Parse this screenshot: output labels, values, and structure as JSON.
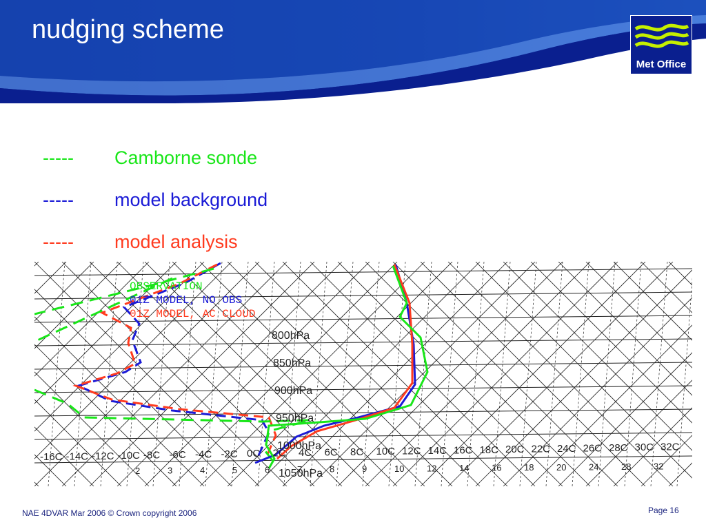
{
  "header": {
    "title": "nudging scheme",
    "logo_text": "Met Office",
    "colors": {
      "dark_blue": "#0a1f8f",
      "mid_blue": "#1f5fc9",
      "light_blue": "#6fb0ff"
    }
  },
  "legend": [
    {
      "dash": "-----",
      "label": "Camborne sonde",
      "color": "#19e619"
    },
    {
      "dash": "-----",
      "label": "model background",
      "color": "#1a1ad6"
    },
    {
      "dash": "-----",
      "label": "model analysis",
      "color": "#ff3b1f"
    }
  ],
  "diagram": {
    "inner_legend": [
      {
        "text": "OBSERVATION",
        "color": "#19e619"
      },
      {
        "text": "01Z MODEL, NO OBS",
        "color": "#1a1ad6"
      },
      {
        "text": "01Z MODEL, AC CLOUD",
        "color": "#ff3b1f"
      }
    ],
    "pressure_labels": [
      "800hPa",
      "850hPa",
      "900hPa",
      "950hPa",
      "1000hPa",
      "1050hPa"
    ],
    "temperature_labels": [
      "-16C",
      "-14C",
      "-12C",
      "-10C",
      "-8C",
      "-6C",
      "-4C",
      "-2C",
      "0C",
      "2C",
      "4C",
      "6C",
      "8C",
      "10C",
      "12C",
      "14C",
      "16C",
      "18C",
      "20C",
      "22C",
      "24C",
      "26C",
      "28C",
      "30C",
      "32C"
    ],
    "mixing_ratio_labels": [
      "2",
      "3",
      "4",
      "5",
      "6",
      "7",
      "8",
      "9",
      "10",
      "12",
      "14",
      "16",
      "18",
      "20",
      "24",
      "28",
      "32"
    ]
  },
  "footer": {
    "text": "NAE 4DVAR Mar 2006 © Crown copyright 2006",
    "page": "Page 16"
  }
}
